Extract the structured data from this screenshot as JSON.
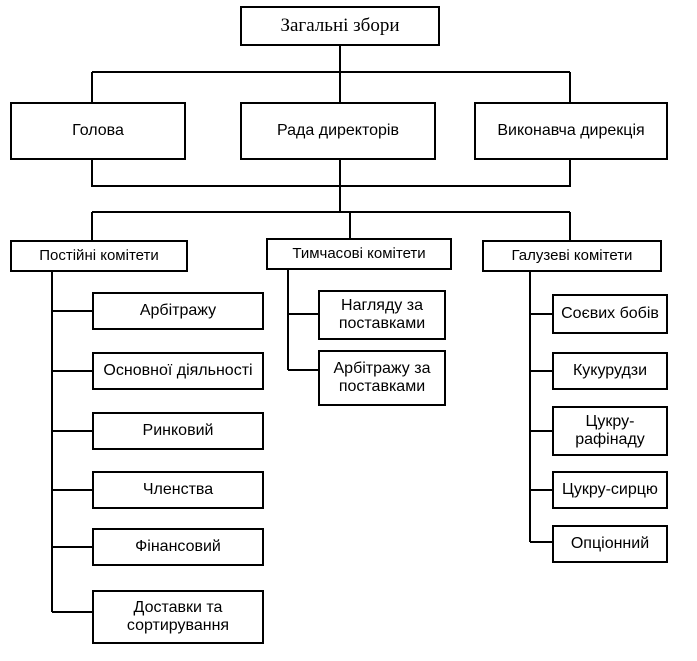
{
  "diagram": {
    "root": "Загальні збори",
    "governance": {
      "chair": "Голова",
      "board": "Рада директорів",
      "executive": "Виконавча дирекція"
    },
    "standing": {
      "title": "Постійні комітети",
      "items": [
        "Арбітражу",
        "Основної діяльності",
        "Ринковий",
        "Членства",
        "Фінансовий",
        "Доставки та\nсортирування"
      ]
    },
    "temporary": {
      "title": "Тимчасові комітети",
      "items": [
        "Нагляду за\nпоставками",
        "Арбітражу за\nпоставками"
      ]
    },
    "sectoral": {
      "title": "Галузеві комітети",
      "items": [
        "Соєвих бобів",
        "Кукурудзи",
        "Цукру-\nрафінаду",
        "Цукру-сирцю",
        "Опціонний"
      ]
    }
  }
}
